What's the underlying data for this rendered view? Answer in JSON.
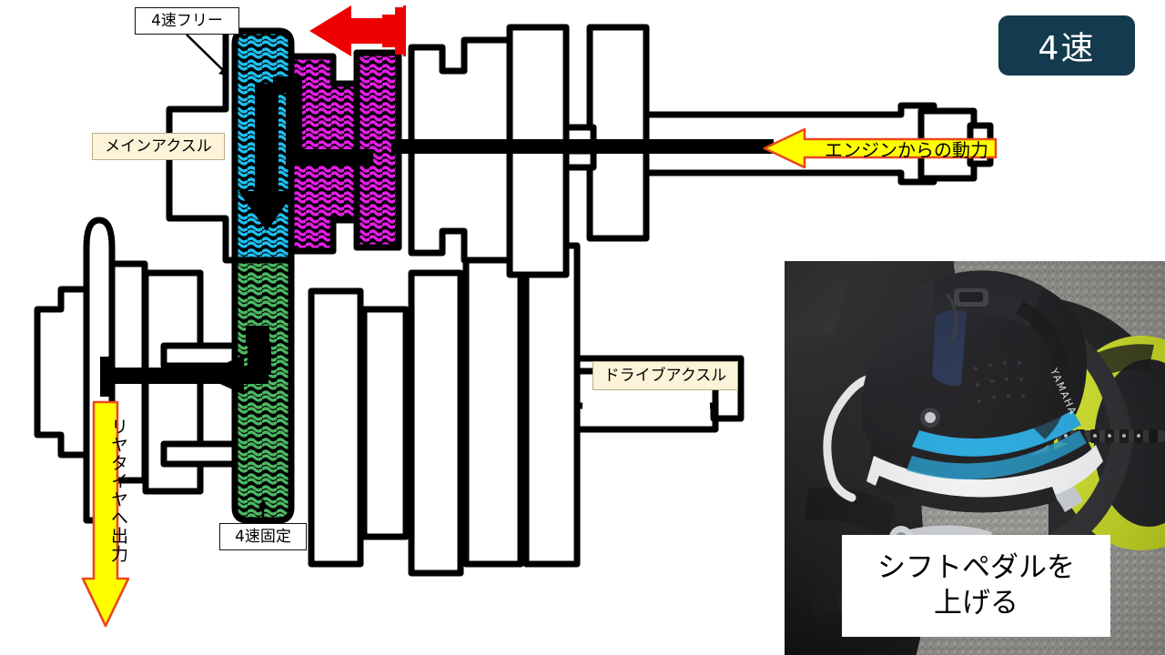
{
  "badge": {
    "label": "4速"
  },
  "labels": {
    "fourth_free": "4速フリー",
    "main_axle": "メインアクスル",
    "fourth_fixed": "4速固定",
    "drive_axle": "ドライブアクスル"
  },
  "arrows": {
    "engine_power": "エンジンからの動力",
    "rear_tyre_output": "リヤタイヤへ出力",
    "shift_direction_icon": "red-left-arrow",
    "power_path_icon": "black-path-arrow"
  },
  "photo": {
    "caption_line1": "シフトペダルを",
    "caption_line2": "上げる",
    "alt": "motorcycle-boot-on-shift-pedal"
  },
  "colors": {
    "badge_bg": "#143a4e",
    "badge_text": "#ffffff",
    "arrow_yellow_fill": "#ffff00",
    "arrow_yellow_stroke": "#e8491d",
    "red_arrow": "#ee0000",
    "gear_free_cyan": "#1fc0f0",
    "gear_engaged_magenta": "#e81ce8",
    "gear_fixed_green": "#4cb863",
    "label_cream_bg": "#fdf3d8",
    "outline_black": "#000000"
  },
  "chart_data": {
    "type": "diagram",
    "title": "4速 (4th gear) motorcycle transmission power-flow diagram",
    "shafts": [
      {
        "name": "main-axle",
        "label": "メインアクスル",
        "role": "input shaft driven by engine"
      },
      {
        "name": "drive-axle",
        "label": "ドライブアクスル",
        "role": "output shaft to rear tyre"
      }
    ],
    "highlighted_gears": [
      {
        "name": "4th-free-gear",
        "label": "4速フリー",
        "color": "#1fc0f0",
        "state": "free"
      },
      {
        "name": "engaged-dog-gear",
        "color": "#e81ce8",
        "state": "engaged"
      },
      {
        "name": "4th-fixed-gear",
        "label": "4速固定",
        "color": "#4cb863",
        "state": "fixed"
      }
    ],
    "flow": [
      "エンジンからの動力",
      "メインアクスル",
      "4速フリー",
      "4速固定",
      "ドライブアクスル",
      "リヤタイヤへ出力"
    ]
  }
}
